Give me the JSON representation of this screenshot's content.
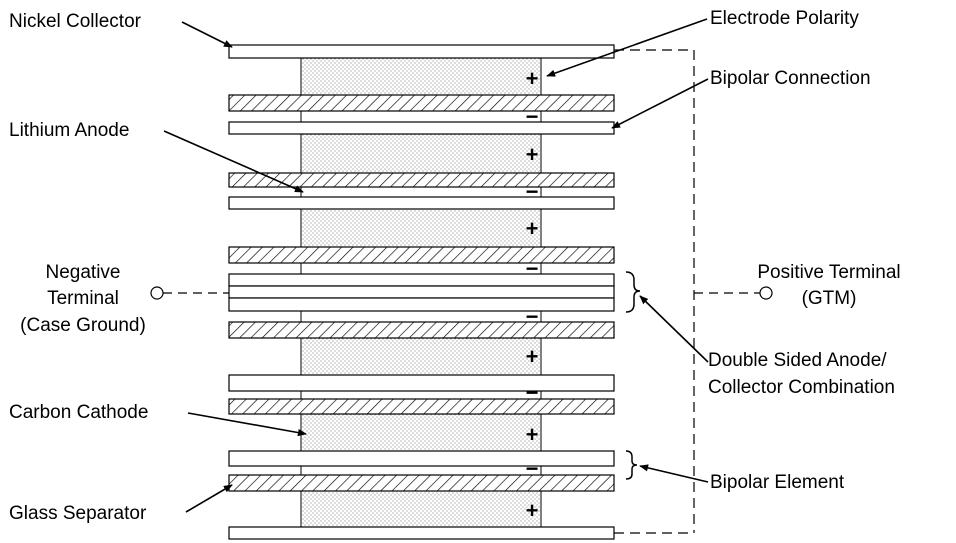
{
  "labels": {
    "nickel_collector": "Nickel Collector",
    "lithium_anode": "Lithium Anode",
    "negative_terminal": [
      "Negative",
      "Terminal",
      "(Case Ground)"
    ],
    "carbon_cathode": "Carbon Cathode",
    "glass_separator": "Glass Separator",
    "electrode_polarity": "Electrode Polarity",
    "bipolar_connection": "Bipolar Connection",
    "positive_terminal": [
      "Positive Terminal",
      "(GTM)"
    ],
    "double_sided": [
      "Double Sided Anode/",
      "Collector Combination"
    ],
    "bipolar_element": "Bipolar Element"
  },
  "signs": {
    "plus": "+",
    "minus": "−"
  },
  "colors": {
    "stroke": "#000000",
    "background": "#ffffff",
    "cathode_dots": "#555555"
  }
}
